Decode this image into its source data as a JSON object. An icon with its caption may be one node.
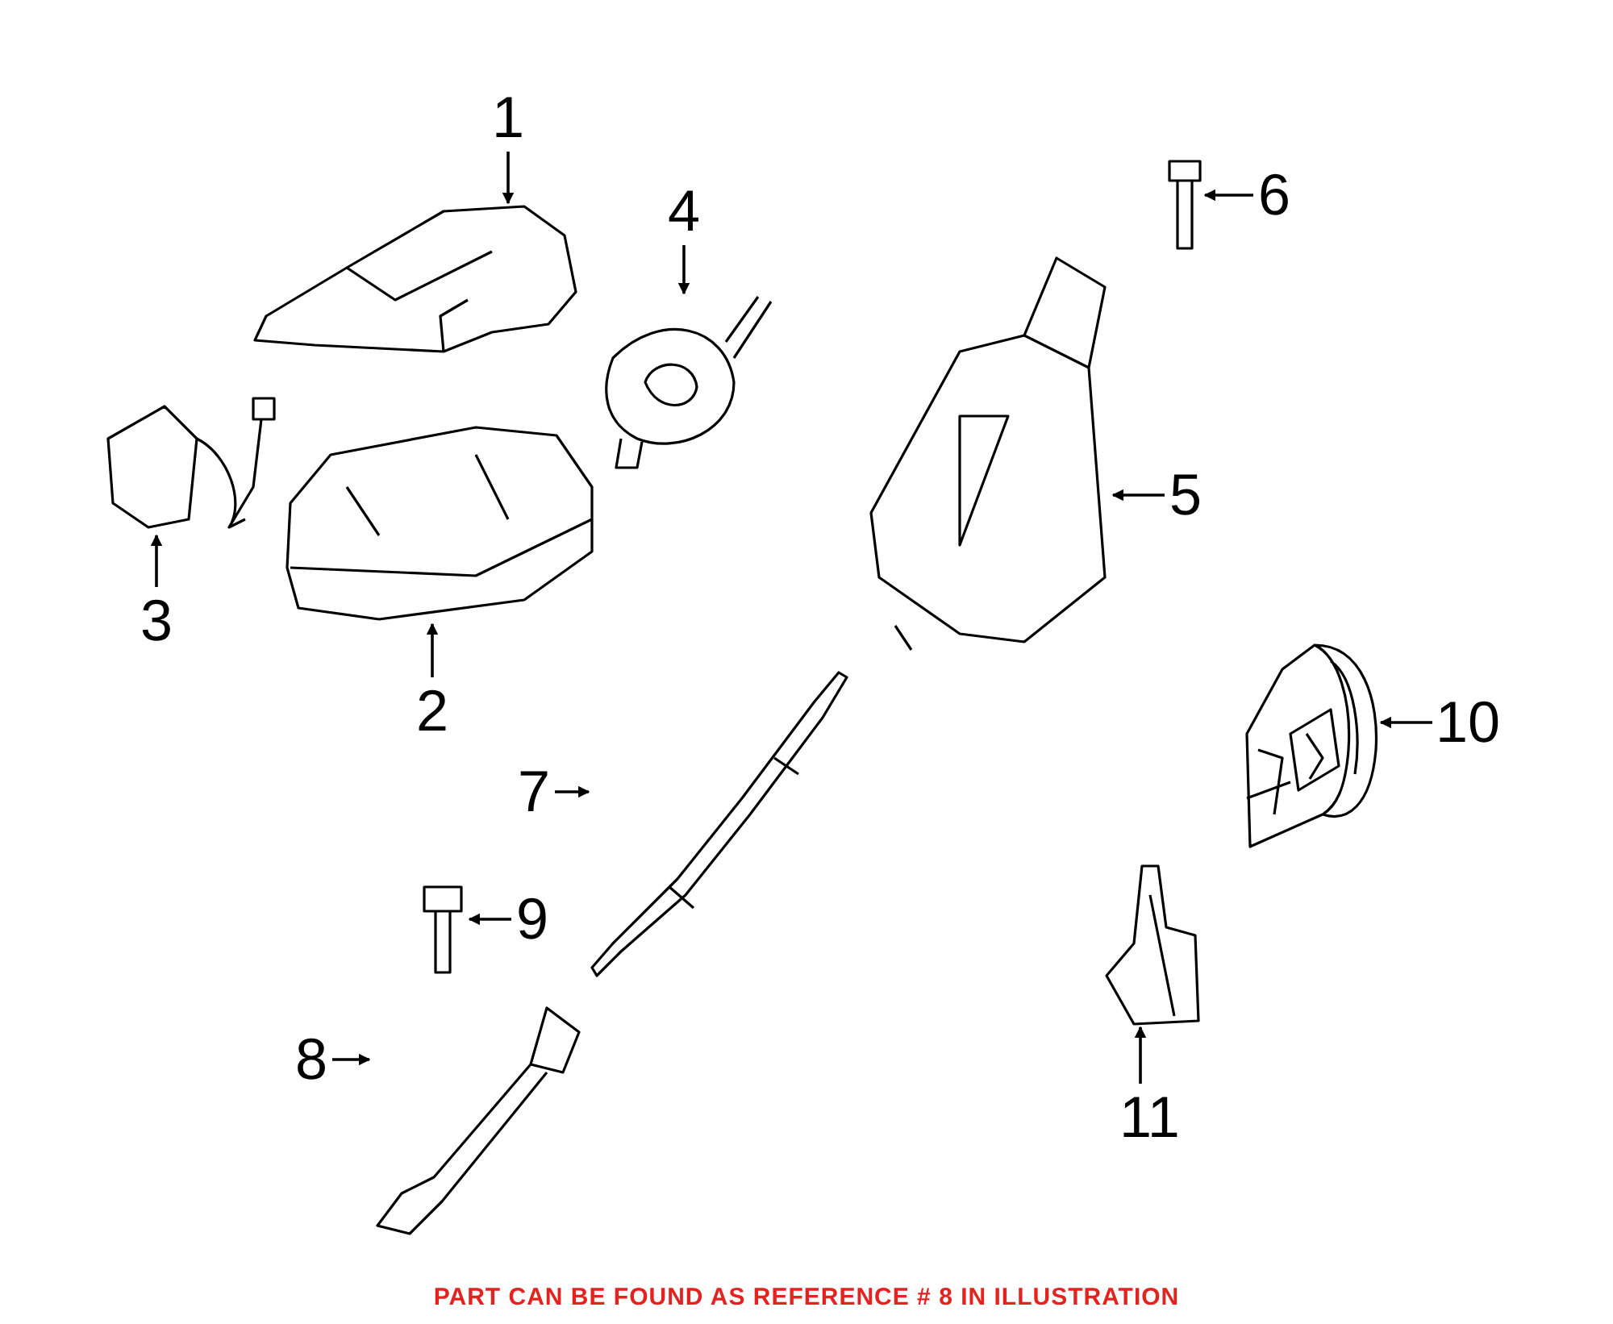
{
  "diagram": {
    "caption": "PART CAN BE FOUND AS REFERENCE # 8 IN ILLUSTRATION",
    "nodes": [
      {
        "text": [
          "1"
        ]
      },
      {
        "text": [
          "2"
        ]
      },
      {
        "text": [
          "3"
        ]
      },
      {
        "text": [
          "4"
        ]
      },
      {
        "text": [
          "5"
        ]
      },
      {
        "text": [
          "6"
        ]
      },
      {
        "text": [
          "7"
        ]
      },
      {
        "text": [
          "8"
        ]
      },
      {
        "text": [
          "9"
        ]
      },
      {
        "text": [
          "10"
        ]
      },
      {
        "text": [
          "11"
        ]
      },
      {
        "text": [],
        "shape": "picture"
      },
      {
        "text": [],
        "shape": "picture"
      },
      {
        "text": [],
        "shape": "picture"
      },
      {
        "text": [],
        "shape": "picture"
      },
      {
        "text": [],
        "shape": "picture"
      },
      {
        "text": [],
        "shape": "picture"
      },
      {
        "text": [],
        "shape": "picture"
      },
      {
        "text": [],
        "shape": "picture"
      },
      {
        "text": [],
        "shape": "picture"
      },
      {
        "text": [],
        "shape": "picture"
      },
      {
        "text": [],
        "shape": "picture"
      }
    ],
    "edges": [
      {
        "from": 0,
        "to": 11,
        "arrow": "to"
      },
      {
        "from": 1,
        "to": 12,
        "arrow": "to"
      },
      {
        "from": 2,
        "to": 13,
        "arrow": "to"
      },
      {
        "from": 3,
        "to": 14,
        "arrow": "to"
      },
      {
        "from": 4,
        "to": 15,
        "arrow": "to"
      },
      {
        "from": 5,
        "to": 16,
        "arrow": "to"
      },
      {
        "from": 6,
        "to": 17,
        "arrow": "to"
      },
      {
        "from": 7,
        "to": 18,
        "arrow": "to"
      },
      {
        "from": 8,
        "to": 19,
        "arrow": "to"
      },
      {
        "from": 9,
        "to": 20,
        "arrow": "to"
      },
      {
        "from": 10,
        "to": 21,
        "arrow": "to"
      }
    ]
  }
}
